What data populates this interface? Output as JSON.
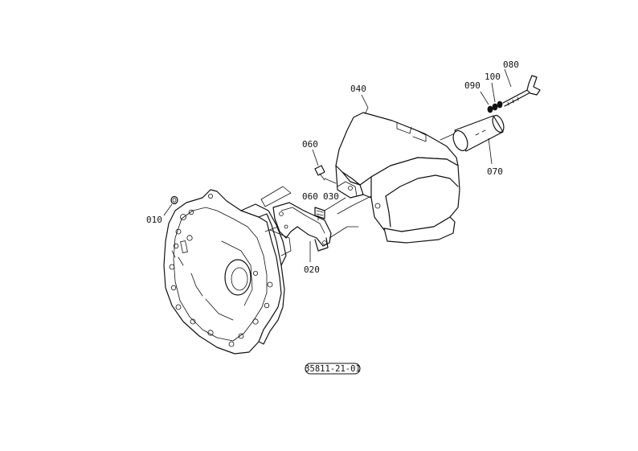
{
  "callouts": {
    "p010": "010",
    "p020": "020",
    "p030": "030",
    "p040": "040",
    "p060_top": "060",
    "p060_mid": "060",
    "p070": "070",
    "p080": "080",
    "p090": "090",
    "p100": "100"
  },
  "drawing_number": "35811-21-01"
}
